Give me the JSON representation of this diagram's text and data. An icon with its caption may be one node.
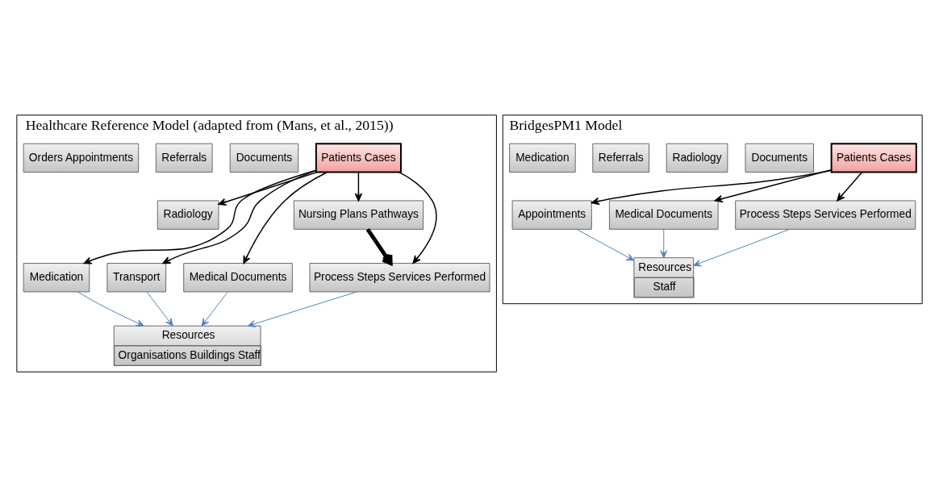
{
  "diagram": {
    "nodes": [
      {
        "text": [
          "Healthcare Reference Model (adapted from (Mans, et al., 2015))"
        ]
      },
      {
        "text": [
          "Radiology"
        ],
        "in": 0
      },
      {
        "text": [
          "Medication"
        ],
        "in": 0
      },
      {
        "text": [
          "Resources",
          "Organisations Buildings Staff"
        ],
        "in": 0
      },
      {
        "text": [
          "Patients Cases"
        ],
        "in": 0
      },
      {
        "text": [
          "Transport"
        ],
        "in": 0
      },
      {
        "text": [
          "Medical Documents"
        ],
        "in": 0
      },
      {
        "text": [
          "Documents"
        ],
        "in": 0
      },
      {
        "text": [
          "Nursing Plans Pathways"
        ],
        "in": 0
      },
      {
        "text": [
          "Process Steps Services Performed"
        ],
        "in": 0
      },
      {
        "text": [
          "Referrals"
        ],
        "in": 0
      },
      {
        "text": [
          "Orders Appointments"
        ],
        "in": 0
      },
      {
        "text": [
          "BridgesPM1 Model"
        ]
      },
      {
        "text": [
          "Appointments"
        ],
        "in": 12
      },
      {
        "text": [
          "Patients Cases"
        ],
        "in": 12
      },
      {
        "text": [
          "Medical Documents"
        ],
        "in": 12
      },
      {
        "text": [
          "Resources",
          "Staff"
        ],
        "in": 12
      },
      {
        "text": [
          "Process Steps Services Performed"
        ],
        "in": 12
      },
      {
        "text": [
          "Documents"
        ],
        "in": 12
      },
      {
        "text": [
          "Radiology"
        ],
        "in": 12
      },
      {
        "text": [
          "Referrals"
        ],
        "in": 12
      },
      {
        "text": [
          "Medication"
        ],
        "in": 12
      }
    ],
    "edges": [
      {
        "from": 4,
        "to": 1,
        "arrow": "to"
      },
      {
        "from": 4,
        "to": 2,
        "arrow": "to"
      },
      {
        "from": 4,
        "to": 5,
        "arrow": "to"
      },
      {
        "from": 4,
        "to": 6,
        "arrow": "to"
      },
      {
        "from": 4,
        "to": 8,
        "arrow": "to"
      },
      {
        "from": 4,
        "to": 9,
        "arrow": "to"
      },
      {
        "from": 8,
        "to": 9,
        "arrow": "to",
        "style": "thick"
      },
      {
        "from": 2,
        "to": 3,
        "arrow": "to",
        "color": "#4f81bd"
      },
      {
        "from": 5,
        "to": 3,
        "arrow": "to",
        "color": "#4f81bd"
      },
      {
        "from": 6,
        "to": 3,
        "arrow": "to",
        "color": "#4f81bd"
      },
      {
        "from": 9,
        "to": 3,
        "arrow": "to",
        "color": "#4f81bd"
      },
      {
        "from": 14,
        "to": 13,
        "arrow": "to"
      },
      {
        "from": 14,
        "to": 15,
        "arrow": "to"
      },
      {
        "from": 14,
        "to": 17,
        "arrow": "to"
      },
      {
        "from": 13,
        "to": 16,
        "arrow": "to",
        "color": "#4f81bd"
      },
      {
        "from": 15,
        "to": 16,
        "arrow": "to",
        "color": "#4f81bd"
      },
      {
        "from": 17,
        "to": 16,
        "arrow": "to",
        "color": "#4f81bd"
      }
    ]
  }
}
